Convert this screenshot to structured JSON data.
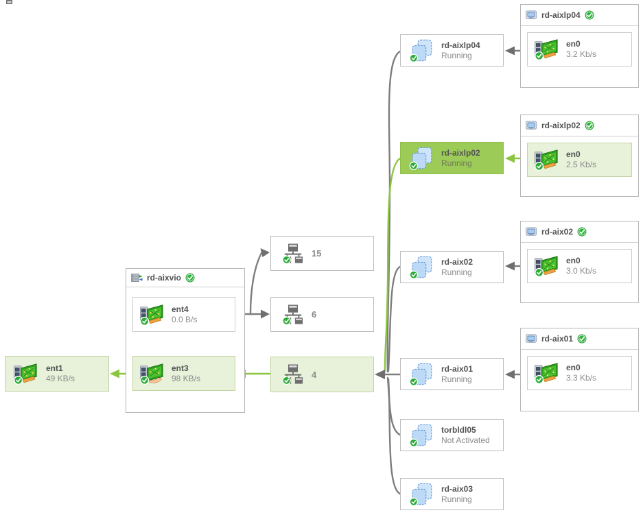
{
  "diagram": {
    "ent1": {
      "title": "ent1",
      "rate": "49 KB/s"
    },
    "vio": {
      "title": "rd-aixvio",
      "ent4": {
        "title": "ent4",
        "rate": "0.0 B/s"
      },
      "ent3": {
        "title": "ent3",
        "rate": "98 KB/s"
      }
    },
    "switches": [
      {
        "label": "15"
      },
      {
        "label": "6"
      },
      {
        "label": "4"
      }
    ],
    "lpars": [
      {
        "title": "rd-aixlp04",
        "status": "Running"
      },
      {
        "title": "rd-aixlp02",
        "status": "Running"
      },
      {
        "title": "rd-aix02",
        "status": "Running"
      },
      {
        "title": "rd-aix01",
        "status": "Running"
      },
      {
        "title": "torbldl05",
        "status": "Not Activated"
      },
      {
        "title": "rd-aix03",
        "status": "Running"
      }
    ],
    "hosts": [
      {
        "title": "rd-aixlp04",
        "iface": "en0",
        "rate": "3.2 Kb/s"
      },
      {
        "title": "rd-aixlp02",
        "iface": "en0",
        "rate": "2.5 Kb/s"
      },
      {
        "title": "rd-aix02",
        "iface": "en0",
        "rate": "3.0 Kb/s"
      },
      {
        "title": "rd-aix01",
        "iface": "en0",
        "rate": "3.3 Kb/s"
      }
    ],
    "icons": {
      "nic": "network-adapter-icon",
      "shared_nic": "shared-adapter-icon",
      "lpar": "lpar-icon",
      "switch": "network-switch-icon",
      "host": "host-icon",
      "vio": "vio-server-icon",
      "status_ok": "status-ok-icon"
    },
    "colors": {
      "highlight_selected": "#9dcb57",
      "highlight_light": "#e8f1d9",
      "link_gray": "#7e7e7e",
      "link_green": "#8cc63f",
      "status_ok": "#2db33c"
    }
  }
}
